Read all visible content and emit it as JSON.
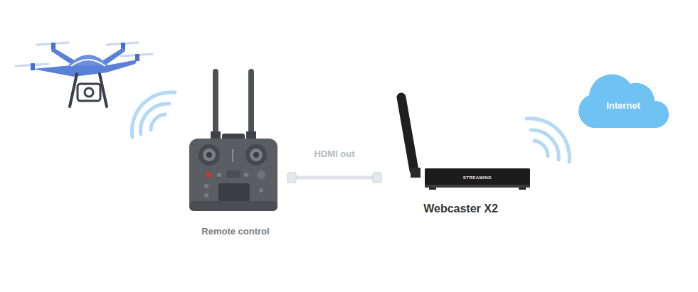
{
  "diagram": {
    "nodes": [
      {
        "text": [
          "Remote control"
        ]
      },
      {
        "text": [
          "Webcaster X2"
        ]
      },
      {
        "text": [
          "Internet"
        ]
      }
    ],
    "edges": [
      {
        "from": 0,
        "to": 1,
        "arrow": "none",
        "label": "HDMI out"
      }
    ],
    "labels": [
      "STREAMING"
    ]
  }
}
